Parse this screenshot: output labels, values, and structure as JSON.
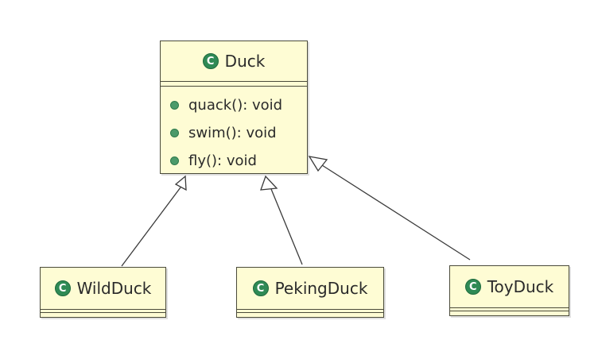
{
  "diagram": {
    "parent": {
      "name": "Duck",
      "icon": "class-icon",
      "icon_letter": "C",
      "methods": [
        {
          "text": "quack(): void",
          "icon": "public-method-icon"
        },
        {
          "text": "swim(): void",
          "icon": "public-method-icon"
        },
        {
          "text": "fly(): void",
          "icon": "public-method-icon"
        }
      ]
    },
    "children": [
      {
        "name": "WildDuck",
        "icon": "class-icon",
        "icon_letter": "C"
      },
      {
        "name": "PekingDuck",
        "icon": "class-icon",
        "icon_letter": "C"
      },
      {
        "name": "ToyDuck",
        "icon": "class-icon",
        "icon_letter": "C"
      }
    ],
    "relationship": "generalization",
    "colors": {
      "box_fill": "#fefcd4",
      "box_border": "#4a4a3a",
      "class_icon": "#2f8a55",
      "method_dot": "#4c9a6a",
      "line": "#3a3a3a"
    }
  }
}
